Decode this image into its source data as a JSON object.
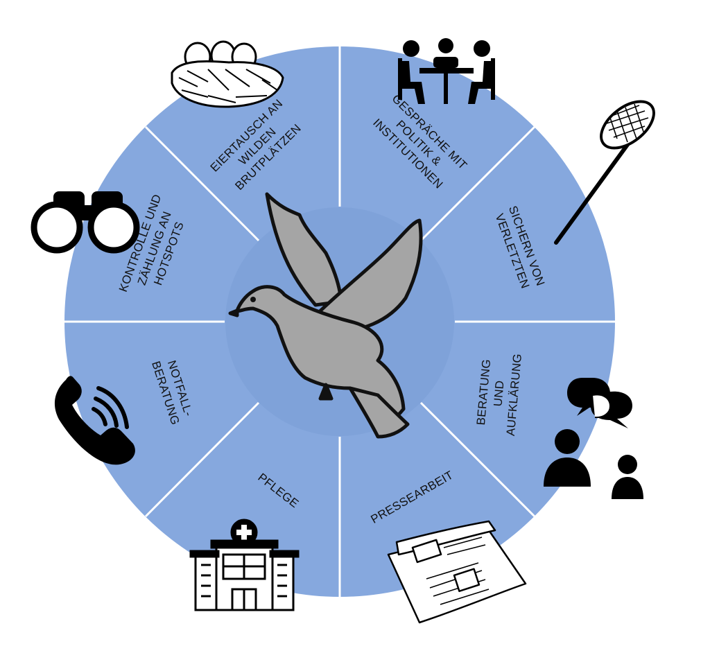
{
  "colors": {
    "wheel": "#86a8de",
    "divider": "#ffffff",
    "center": "#7fa2d9",
    "pigeon": "#a5a5a5",
    "ink": "#000000"
  },
  "segments": [
    {
      "id": "brut",
      "lines": [
        "EIERTAUSCH AN",
        "WILDEN",
        "BRUTPLÄTZEN"
      ],
      "icon": "nest-eggs-icon"
    },
    {
      "id": "politik",
      "lines": [
        "GESPRÄCHE MIT",
        "POLITIK &",
        "INSTITUTIONEN"
      ],
      "icon": "meeting-table-icon"
    },
    {
      "id": "sichern",
      "lines": [
        "SICHERN VON",
        "VERLETZTEN"
      ],
      "icon": "catch-net-icon"
    },
    {
      "id": "beratung",
      "lines": [
        "BERATUNG",
        "UND",
        "AUFKLÄRUNG"
      ],
      "icon": "people-speech-icon"
    },
    {
      "id": "presse",
      "lines": [
        "PRESSEARBEIT"
      ],
      "icon": "newspaper-icon"
    },
    {
      "id": "pflege",
      "lines": [
        "PFLEGE"
      ],
      "icon": "hospital-icon"
    },
    {
      "id": "notfall",
      "lines": [
        "NOTFALL-",
        "BERATUNG"
      ],
      "icon": "phone-icon"
    },
    {
      "id": "kontrolle",
      "lines": [
        "KONTROLLE UND",
        "ZÄHLUNG AN",
        "HOTSPOTS"
      ],
      "icon": "binoculars-icon"
    }
  ],
  "center_icon": "pigeon-icon"
}
